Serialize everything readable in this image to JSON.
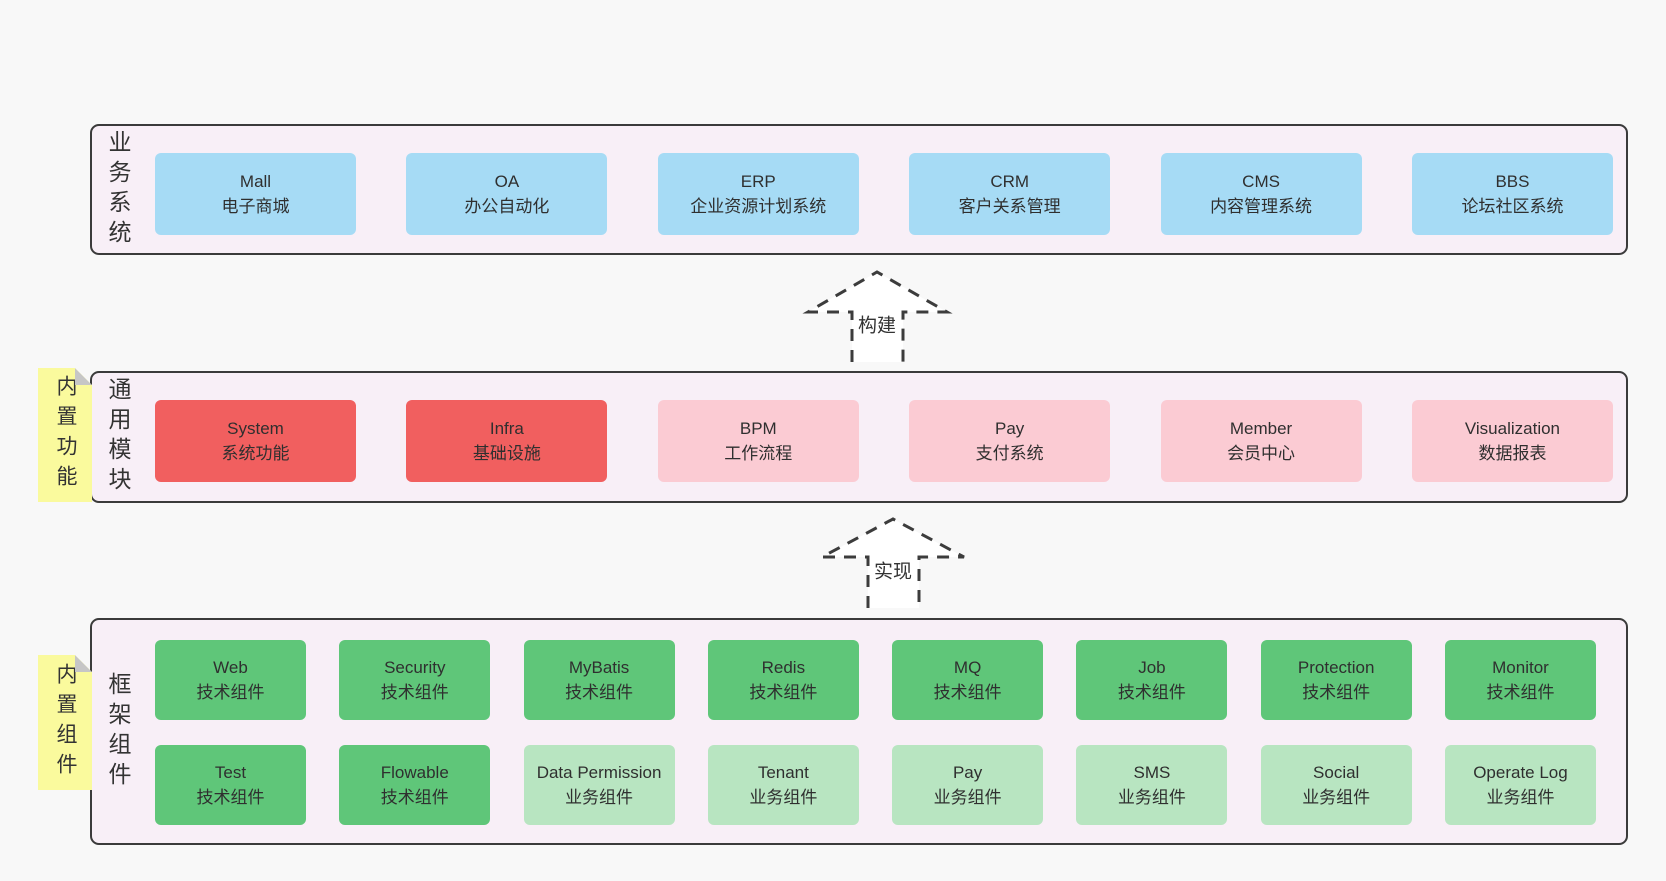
{
  "colors": {
    "page_bg": "#f8f8f8",
    "layer_bg": "#f8eff7",
    "layer_border": "#3b3b3b",
    "business_box": "#a6dbf5",
    "core_box": "#f15f5f",
    "module_box": "#fbcbd3",
    "tech_box": "#5fc679",
    "biz_box": "#b8e5c1",
    "note_bg": "#fafa9d",
    "text": "#333333"
  },
  "arrows": [
    {
      "label": "构建"
    },
    {
      "label": "实现"
    }
  ],
  "layers": [
    {
      "label": "业务系统",
      "boxes": [
        {
          "en": "Mall",
          "zh": "电子商城"
        },
        {
          "en": "OA",
          "zh": "办公自动化"
        },
        {
          "en": "ERP",
          "zh": "企业资源计划系统"
        },
        {
          "en": "CRM",
          "zh": "客户关系管理"
        },
        {
          "en": "CMS",
          "zh": "内容管理系统"
        },
        {
          "en": "BBS",
          "zh": "论坛社区系统"
        }
      ]
    },
    {
      "label": "通用模块",
      "tag": "内置功能",
      "boxes": [
        {
          "en": "System",
          "zh": "系统功能"
        },
        {
          "en": "Infra",
          "zh": "基础设施"
        },
        {
          "en": "BPM",
          "zh": "工作流程"
        },
        {
          "en": "Pay",
          "zh": "支付系统"
        },
        {
          "en": "Member",
          "zh": "会员中心"
        },
        {
          "en": "Visualization",
          "zh": "数据报表"
        }
      ]
    },
    {
      "label": "框架组件",
      "tag": "内置组件",
      "rows": [
        [
          {
            "en": "Web",
            "zh": "技术组件"
          },
          {
            "en": "Security",
            "zh": "技术组件"
          },
          {
            "en": "MyBatis",
            "zh": "技术组件"
          },
          {
            "en": "Redis",
            "zh": "技术组件"
          },
          {
            "en": "MQ",
            "zh": "技术组件"
          },
          {
            "en": "Job",
            "zh": "技术组件"
          },
          {
            "en": "Protection",
            "zh": "技术组件"
          },
          {
            "en": "Monitor",
            "zh": "技术组件"
          }
        ],
        [
          {
            "en": "Test",
            "zh": "技术组件"
          },
          {
            "en": "Flowable",
            "zh": "技术组件"
          },
          {
            "en": "Data Permission",
            "zh": "业务组件"
          },
          {
            "en": "Tenant",
            "zh": "业务组件"
          },
          {
            "en": "Pay",
            "zh": "业务组件"
          },
          {
            "en": "SMS",
            "zh": "业务组件"
          },
          {
            "en": "Social",
            "zh": "业务组件"
          },
          {
            "en": "Operate Log",
            "zh": "业务组件"
          }
        ]
      ]
    }
  ]
}
